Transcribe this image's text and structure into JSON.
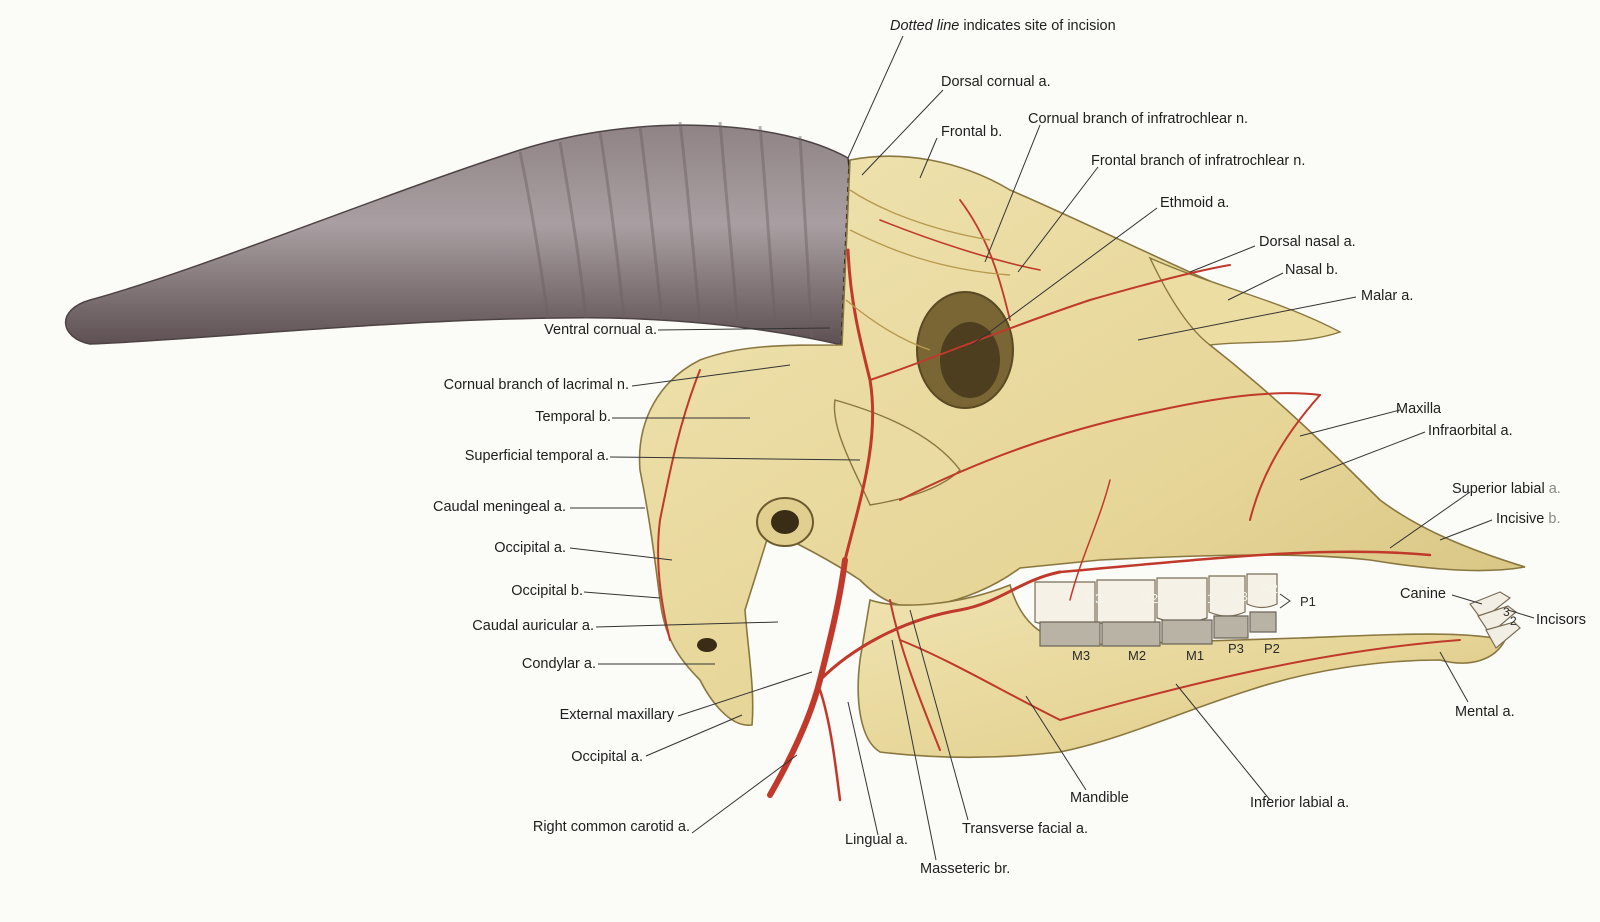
{
  "caption": {
    "italic": "Dotted line",
    "rest": " indicates site of incision"
  },
  "labels": {
    "dorsal_cornual": "Dorsal cornual a.",
    "frontal_b": "Frontal b.",
    "cornual_branch_infratrochlear": "Cornual branch of infratrochlear n.",
    "frontal_branch_infratrochlear": "Frontal branch of infratrochlear n.",
    "ethmoid": "Ethmoid a.",
    "dorsal_nasal": "Dorsal nasal a.",
    "nasal_b": "Nasal b.",
    "malar": "Malar a.",
    "ventral_cornual": "Ventral cornual a.",
    "cornual_branch_lacrimal": "Cornual branch of lacrimal n.",
    "temporal_b": "Temporal b.",
    "superficial_temporal": "Superficial temporal a.",
    "caudal_meningeal": "Caudal meningeal a.",
    "occipital_a_upper": "Occipital a.",
    "occipital_b": "Occipital b.",
    "caudal_auricular": "Caudal auricular a.",
    "condylar": "Condylar a.",
    "external_maxillary": "External maxillary",
    "occipital_a_lower": "Occipital a.",
    "right_common_carotid": "Right common carotid a.",
    "lingual": "Lingual a.",
    "masseteric": "Masseteric br.",
    "transverse_facial": "Transverse facial a.",
    "mandible": "Mandible",
    "inferior_labial": "Inferior labial a.",
    "mental": "Mental a.",
    "maxilla": "Maxilla",
    "infraorbital": "Infraorbital a.",
    "superior_labial": "Superior labial",
    "superior_labial_suffix": "a.",
    "incisive_b": "Incisive",
    "incisive_b_suffix": "b.",
    "canine": "Canine",
    "incisors": "Incisors"
  },
  "teeth": {
    "upper": [
      "M3",
      "M2",
      "M1",
      "P3",
      "P2"
    ],
    "upper_p1": "P1",
    "lower": [
      "M3",
      "M2",
      "M1",
      "P3",
      "P2"
    ],
    "incisor_numbers": [
      "3",
      "2"
    ]
  },
  "colors": {
    "bone": "#e8d9a0",
    "bone_shadow": "#c9b578",
    "horn": "#7d6e70",
    "artery": "#c0392b",
    "nerve": "#c9b16a",
    "leader": "#333333"
  }
}
